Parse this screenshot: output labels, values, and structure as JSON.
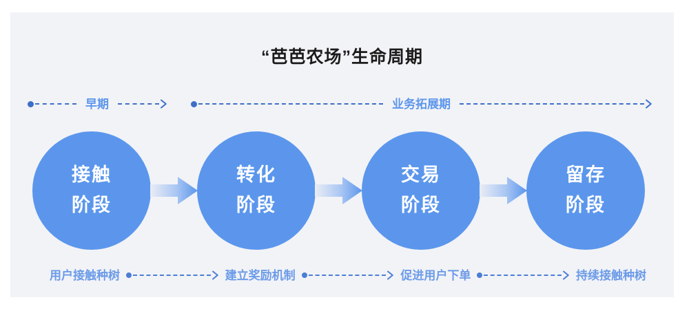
{
  "panel": {
    "background_color": "#f2f3f7",
    "page_background": "#ffffff"
  },
  "header": {
    "title": "“芭芭农场”生命周期"
  },
  "colors": {
    "circle_fill": "#5b96ec",
    "circle_text": "#ffffff",
    "phase_label": "#5e96ec",
    "phase_rail": "#3c6fc6",
    "action_label": "#6c9be8",
    "action_rail": "#4b7ed4",
    "arrow_gradient_from": "#e7ebf2",
    "arrow_gradient_to": "#5b96ec",
    "title_color": "#1b1b1b"
  },
  "phases": [
    {
      "label": "早期"
    },
    {
      "label": "业务拓展期"
    }
  ],
  "stages": [
    {
      "line1": "接触",
      "line2": "阶段"
    },
    {
      "line1": "转化",
      "line2": "阶段"
    },
    {
      "line1": "交易",
      "line2": "阶段"
    },
    {
      "line1": "留存",
      "line2": "阶段"
    }
  ],
  "actions": [
    {
      "label": "用户接触种树"
    },
    {
      "label": "建立奖励机制"
    },
    {
      "label": "促进用户下单"
    },
    {
      "label": "持续接触种树"
    }
  ]
}
